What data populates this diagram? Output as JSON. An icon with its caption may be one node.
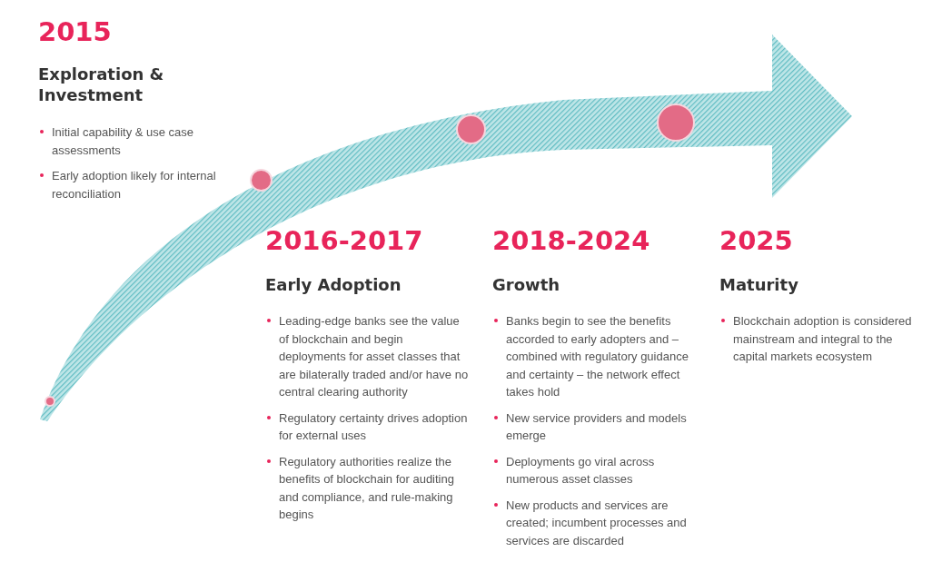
{
  "diagram": {
    "nodes": [
      {
        "text": [],
        "shape": "circle"
      },
      {
        "text": [],
        "shape": "circle"
      },
      {
        "text": [],
        "shape": "circle"
      },
      {
        "text": [],
        "shape": "circle"
      }
    ],
    "labels": [
      "2015",
      "Exploration & Investment",
      "Initial capability & use case assessments",
      "Early adoption likely for internal reconciliation",
      "2016-2017",
      "Early Adoption",
      "Leading-edge banks see the value of blockchain and begin deployments for asset classes that are bilaterally traded and/or have no central clearing authority",
      "Regulatory certainty drives adoption for external uses",
      "Regulatory authorities realize the benefits of blockchain for auditing and compliance, and rule-making begins",
      "2018-2024",
      "Growth",
      "Banks begin to see the benefits accorded to early adopters and – combined with regulatory guidance and certainty – the network effect takes hold",
      "New service providers and models emerge",
      "Deployments go viral across numerous asset classes",
      "New products and services are created; incumbent processes and services are discarded",
      "2025",
      "Maturity",
      "Blockchain adoption is considered mainstream and integral to the capital markets ecosystem"
    ]
  }
}
